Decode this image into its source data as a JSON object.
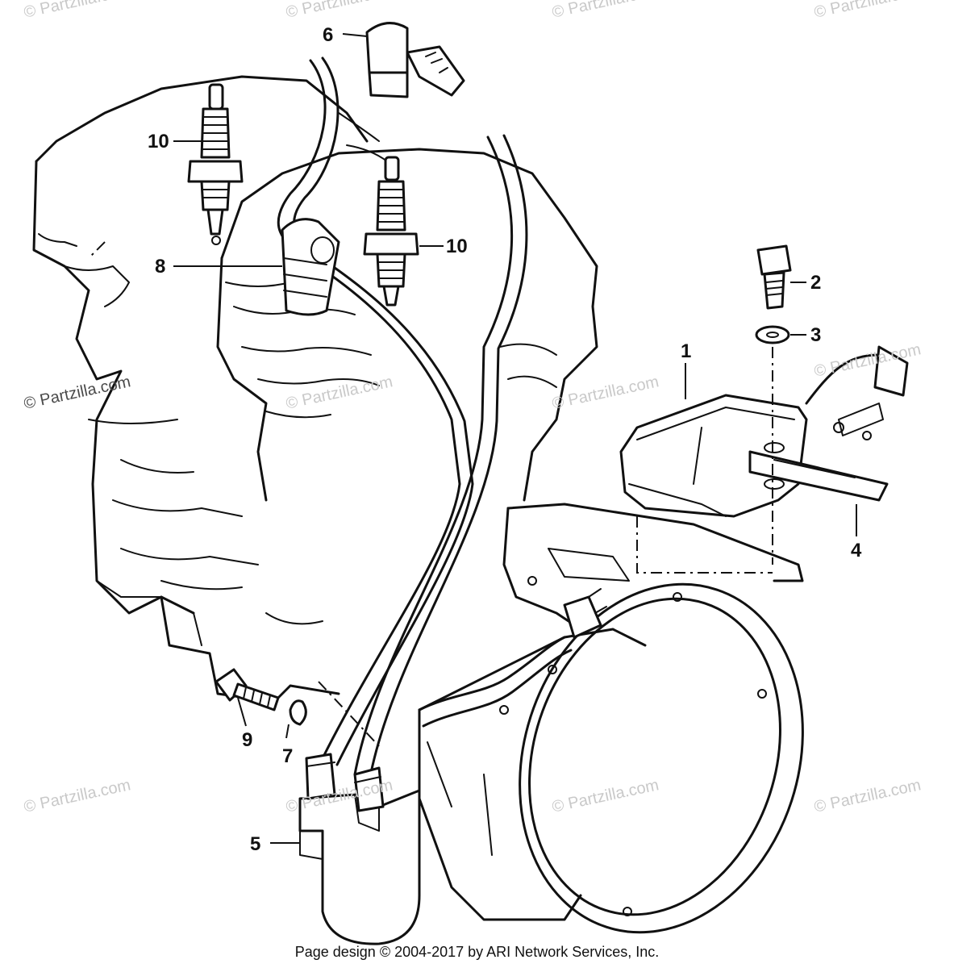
{
  "footer": {
    "text": "Page design © 2004-2017 by ARI Network Services, Inc."
  },
  "watermark": {
    "text": "© Partzilla.com"
  },
  "callouts": {
    "c1": "1",
    "c2": "2",
    "c3": "3",
    "c4": "4",
    "c5": "5",
    "c6": "6",
    "c7": "7",
    "c8": "8",
    "c9": "9",
    "c10a": "10",
    "c10b": "10"
  }
}
